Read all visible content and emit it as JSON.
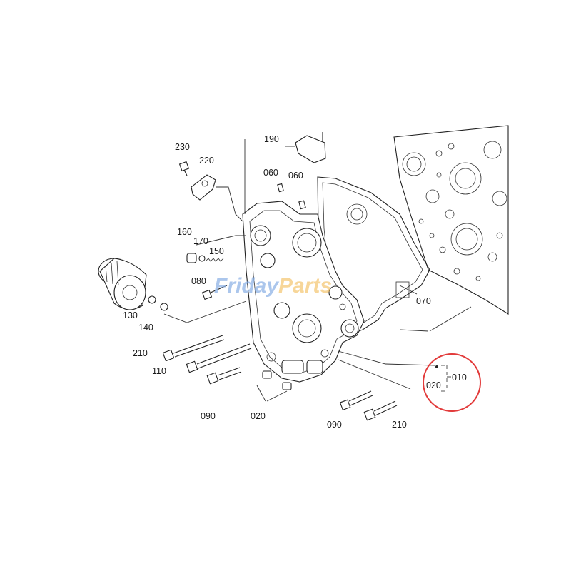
{
  "diagram": {
    "watermark": {
      "text_a": "Friday",
      "text_b": "Parts"
    },
    "callouts": [
      {
        "id": "c230a",
        "label": "230"
      },
      {
        "id": "c220",
        "label": "220"
      },
      {
        "id": "c190",
        "label": "190"
      },
      {
        "id": "c060a",
        "label": "060"
      },
      {
        "id": "c060b",
        "label": "060"
      },
      {
        "id": "c160",
        "label": "160"
      },
      {
        "id": "c170",
        "label": "170"
      },
      {
        "id": "c150",
        "label": "150"
      },
      {
        "id": "c080",
        "label": "080"
      },
      {
        "id": "c130",
        "label": "130"
      },
      {
        "id": "c140",
        "label": "140"
      },
      {
        "id": "c070",
        "label": "070"
      },
      {
        "id": "c210a",
        "label": "210"
      },
      {
        "id": "c110",
        "label": "110"
      },
      {
        "id": "c090a",
        "label": "090"
      },
      {
        "id": "c020a",
        "label": "020"
      },
      {
        "id": "c090b",
        "label": "090"
      },
      {
        "id": "c210b",
        "label": "210"
      },
      {
        "id": "c010",
        "label": "010"
      },
      {
        "id": "c020b",
        "label": "020"
      }
    ],
    "highlight_color": "#e23b3b"
  }
}
